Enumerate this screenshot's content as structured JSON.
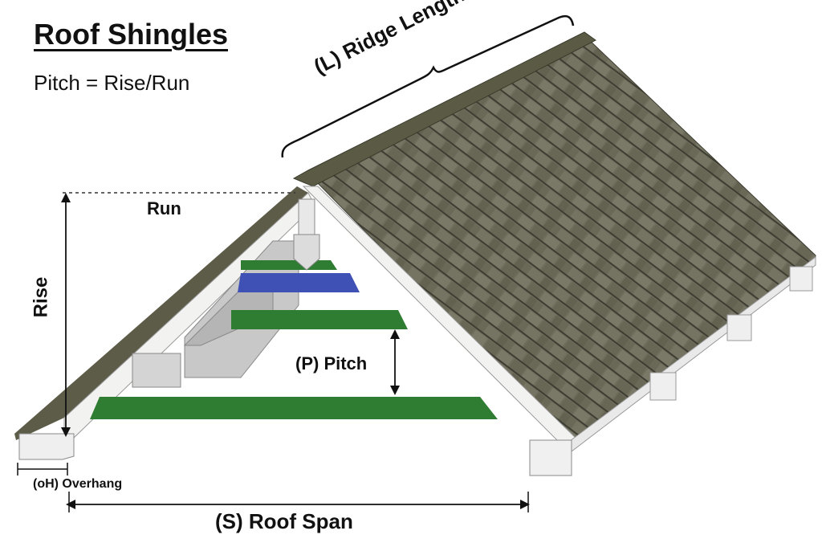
{
  "title": "Roof Shingles",
  "formula": "Pitch = Rise/Run",
  "labels": {
    "ridge_length": "(L) Ridge Length",
    "run": "Run",
    "rise": "Rise",
    "pitch": "(P) Pitch",
    "overhang": "(oH) Overhang",
    "roof_span": "(S) Roof Span"
  },
  "colors": {
    "shingle": "#6f6d5c",
    "shingle_dark": "#4a4a3c",
    "ridge_cap": "#5b5b45",
    "trim": "#f2f2f0",
    "beam_green": "#2e7d32",
    "beam_blue": "#3f51b5",
    "rafter_gray": "#c8c8c8"
  }
}
